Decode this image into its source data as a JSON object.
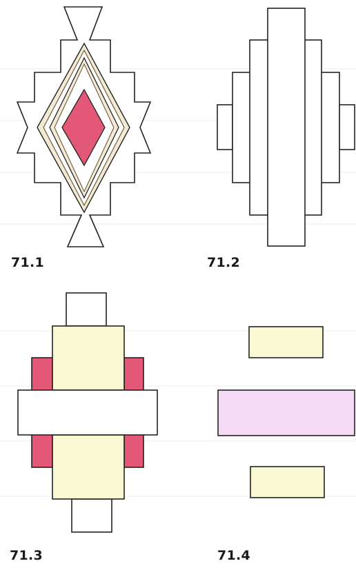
{
  "figures": [
    {
      "label": "71.1",
      "colors": {
        "outline": "#222222",
        "ring": "#e8dcc0",
        "center": "#e35877"
      }
    },
    {
      "label": "71.2",
      "colors": {
        "outline": "#222222",
        "fill": "#ffffff"
      }
    },
    {
      "label": "71.3",
      "colors": {
        "outline": "#222222",
        "yellow": "#fbf8d4",
        "pink": "#e35877",
        "white": "#ffffff"
      }
    },
    {
      "label": "71.4",
      "colors": {
        "outline": "#222222",
        "yellow": "#fbf8d4",
        "lilac": "#f6d9f4"
      }
    }
  ]
}
